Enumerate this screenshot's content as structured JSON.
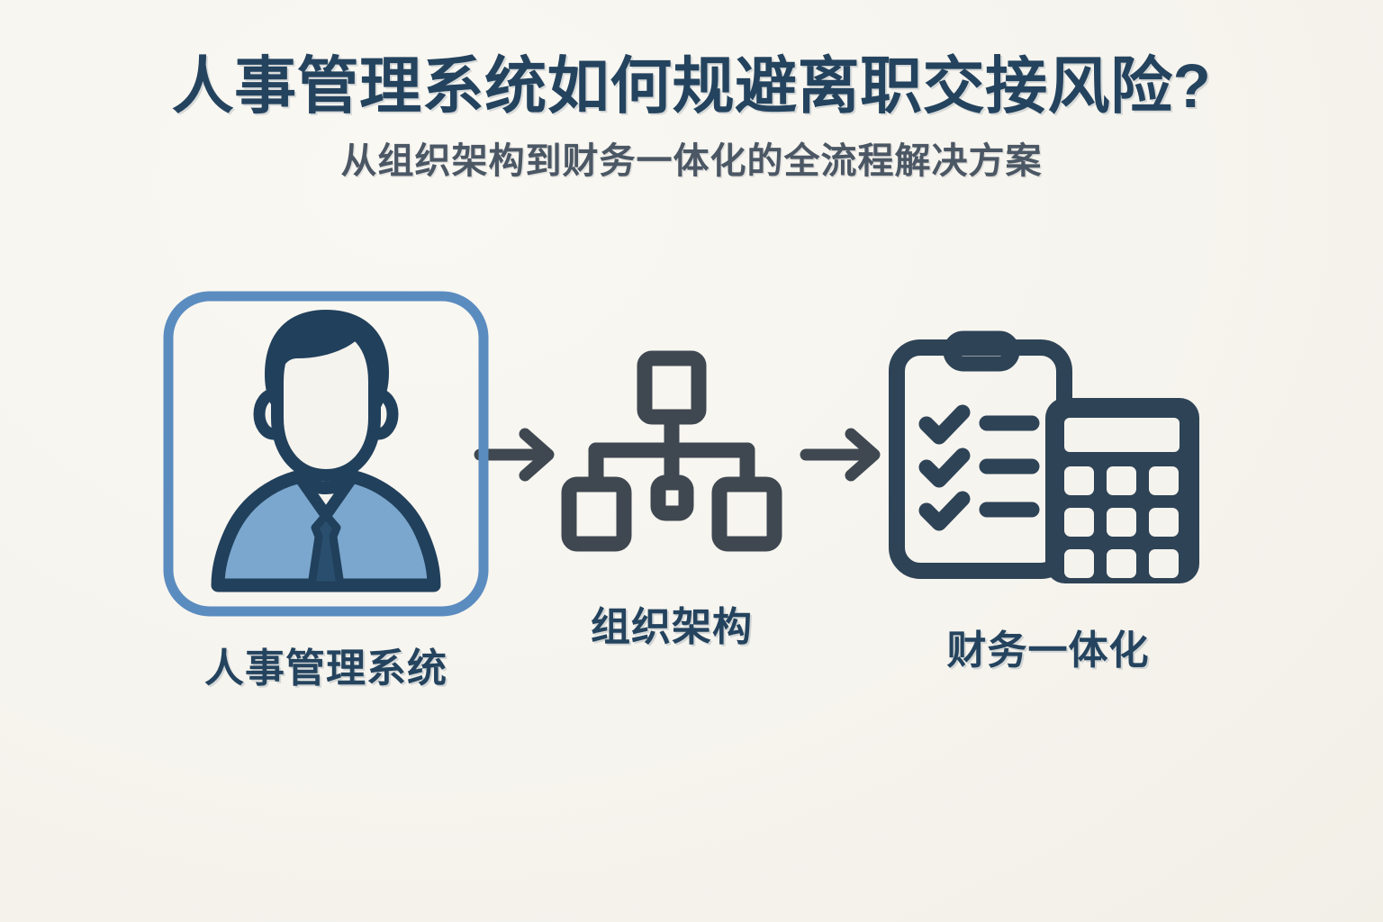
{
  "page": {
    "background_color": "#f7f5f0",
    "title": "人事管理系统如何规避离职交接风险?",
    "subtitle": "从组织架构到财务一体化的全流程解决方案"
  },
  "colors": {
    "title_navy": "#24435e",
    "subtitle_slate": "#4b5764",
    "icon_navy": "#21405c",
    "icon_slate": "#3f4851",
    "suit_blue": "#7ba7ce",
    "frame_blue": "#5b8cc0",
    "cream": "#f5f3ed"
  },
  "flow": {
    "steps": [
      {
        "id": "hr-system",
        "icon": "person-avatar-icon",
        "label": "人事管理系统",
        "framed": true
      },
      {
        "id": "org-structure",
        "icon": "org-chart-icon",
        "label": "组织架构",
        "framed": false
      },
      {
        "id": "finance-integration",
        "icon": "clipboard-calculator-icon",
        "label": "财务一体化",
        "framed": false
      }
    ],
    "connectors": [
      {
        "id": "arrow-1",
        "icon": "arrow-right-icon"
      },
      {
        "id": "arrow-2",
        "icon": "arrow-right-icon"
      }
    ]
  }
}
